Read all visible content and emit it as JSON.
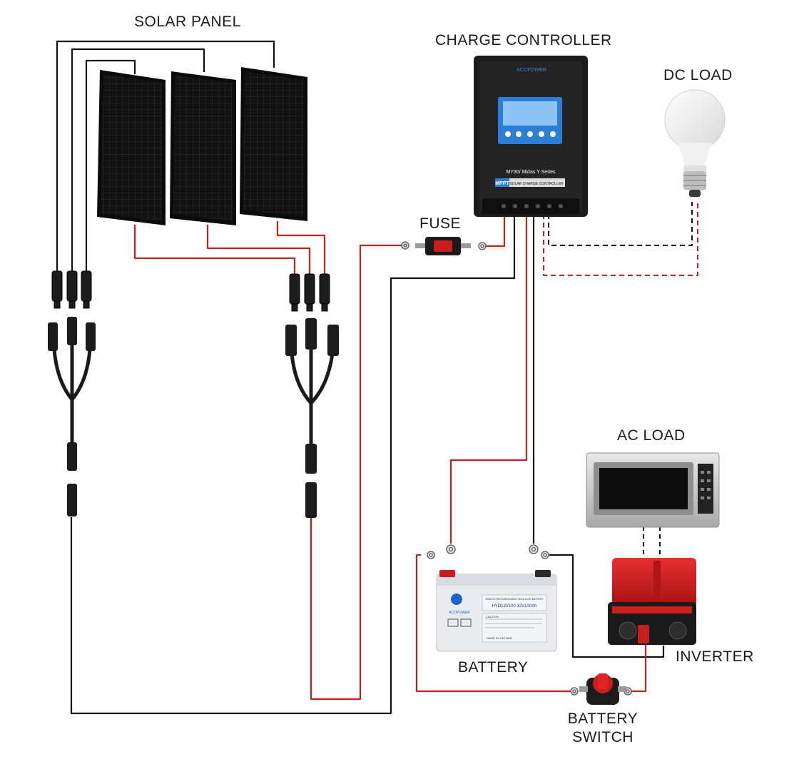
{
  "labels": {
    "solar_panel": "SOLAR PANEL",
    "charge_controller": "CHARGE CONTROLLER",
    "dc_load": "DC LOAD",
    "fuse": "FUSE",
    "ac_load": "AC LOAD",
    "battery": "BATTERY",
    "inverter": "INVERTER",
    "battery_switch_line1": "BATTERY",
    "battery_switch_line2": "SWITCH"
  },
  "controller": {
    "brand": "ACOPOWER",
    "model": "MY30/ Midas Y Series",
    "badge": "MPPT",
    "subtitle": "SOLAR CHARGE CONTROLLER"
  },
  "battery_device": {
    "brand": "ACOPOWER",
    "line1": "SEALED RECHARGEABLE LEAD ACID BATTERY",
    "line2": "HYD12V100 12V100Ah",
    "caution": "CAUTION",
    "made_in": "MADE IN VIETNAM"
  },
  "colors": {
    "positive_wire": "#c8201e",
    "negative_wire": "#111111",
    "panel": "#151515",
    "controller_screen": "#2d7fd6",
    "inverter_body": "#d21d1d"
  },
  "icons": [
    "solar-panel-icon",
    "charge-controller-icon",
    "fuse-icon",
    "bulb-icon",
    "microwave-icon",
    "battery-icon",
    "inverter-icon",
    "battery-switch-icon",
    "mc4-connector-icon",
    "branch-connector-icon"
  ]
}
